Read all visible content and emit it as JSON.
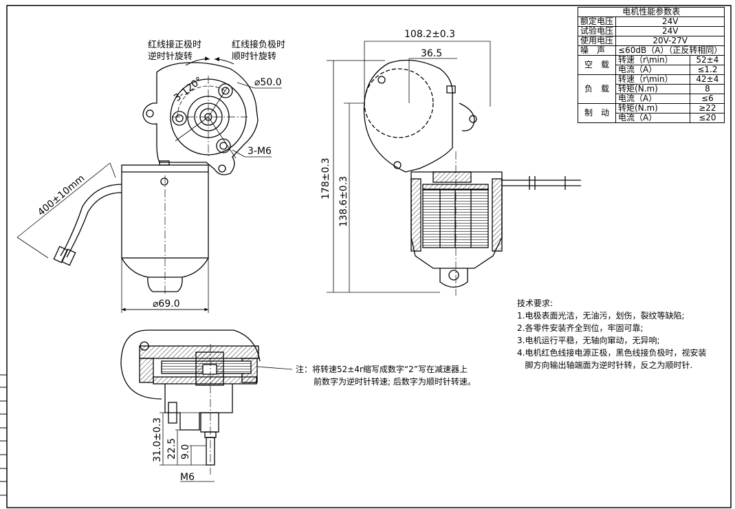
{
  "rotation": {
    "left_line1": "红线接正极时",
    "left_line2": "逆时针旋转",
    "right_line1": "红线接负极时",
    "right_line2": "顺时针旋转"
  },
  "dims": {
    "angle": "3-120°",
    "pcd": "⌀50.0",
    "holes": "3-M6",
    "cable": "400±10mm",
    "body_dia": "⌀69.0",
    "width": "108.2±0.3",
    "offset": "36.5",
    "height": "178±0.3",
    "height2": "138.6±0.3",
    "shaft_len": "31.0±0.3",
    "shaft_a": "22.5",
    "shaft_b": "9.0",
    "thread": "M6"
  },
  "spec_table": {
    "title": "电机性能参数表",
    "rows": [
      {
        "label": "额定电压",
        "value": "24V"
      },
      {
        "label": "试验电压",
        "value": "24V"
      },
      {
        "label": "使用电压",
        "value": "20V-27V"
      },
      {
        "label": "噪　声",
        "value": "≤60dB（A）（正反转相同）"
      }
    ],
    "groups": [
      {
        "name": "空　载",
        "items": [
          {
            "label": "转速（r\\min）",
            "value": "52±4"
          },
          {
            "label": "电流（A）",
            "value": "≤1.2"
          }
        ]
      },
      {
        "name": "负　载",
        "items": [
          {
            "label": "转速（r\\min）",
            "value": "42±4"
          },
          {
            "label": "转矩(N.m)",
            "value": "8"
          },
          {
            "label": "电流（A）",
            "value": "≤6"
          }
        ]
      },
      {
        "name": "制　动",
        "items": [
          {
            "label": "转矩(N.m)",
            "value": "≥22"
          },
          {
            "label": "电流（A）",
            "value": "≤20"
          }
        ]
      }
    ]
  },
  "tech": {
    "title": "技术要求:",
    "items": [
      "1.电极表面光洁，无油污，划伤，裂纹等缺陷;",
      "2.各零件安装齐全到位，牢固可靠;",
      "3.电机运行平稳，无轴向窜动，无异响;",
      "4.电机红色线接电源正极，黑色线接负极时，视安装",
      "   脚方向输出轴端面为逆时针转，反之为顺时针."
    ]
  },
  "note": {
    "line1": "注：将转速52±4r缩写成数字“2”写在减速器上",
    "line2": "前数字为逆时针转速; 后数字为顺时针转速。"
  }
}
